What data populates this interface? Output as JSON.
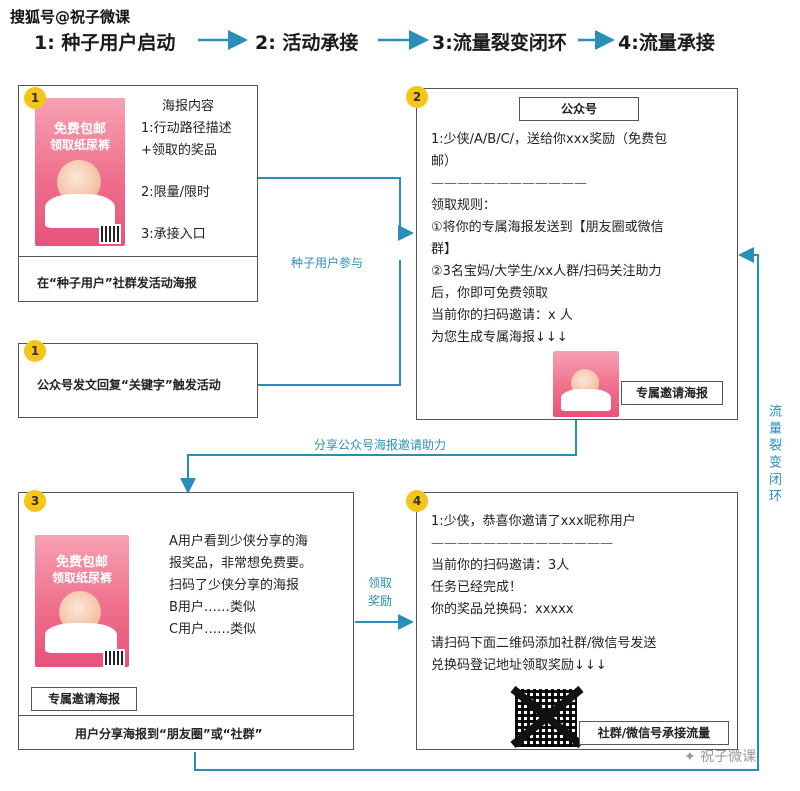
{
  "watermark_top": "搜狐号@祝子微课",
  "watermark_bottom": "祝子微课",
  "stages": [
    "1: 种子用户启动",
    "2: 活动承接",
    "3:流量裂变闭环",
    "4:流量承接"
  ],
  "card1": {
    "badge": "1",
    "heading": "海报内容",
    "lines": [
      "1:行动路径描述",
      "+领取的奖品",
      "",
      "2:限量/限时",
      "",
      "3:承接入口"
    ],
    "footer": "在“种子用户”社群发活动海报",
    "poster_title": [
      "免费包邮",
      "领取纸尿裤"
    ]
  },
  "card1b": {
    "badge": "1",
    "text": "公众号发文回复“关键字”触发活动"
  },
  "card2": {
    "badge": "2",
    "header": "公众号",
    "lines": [
      "1:少侠/A/B/C/，送给你xxx奖励（免费包",
      "邮）",
      "————————————",
      "领取规则：",
      "①将你的专属海报发送到【朋友圈或微信",
      "群】",
      "②3名宝妈/大学生/xx人群/扫码关注助力",
      "后，你即可免费领取",
      "当前你的扫码邀请：x 人",
      "为您生成专属海报↓↓↓"
    ],
    "tag": "专属邀请海报"
  },
  "card3": {
    "badge": "3",
    "lines": [
      "A用户看到少侠分享的海",
      "报奖品，非常想免费要。",
      "扫码了少侠分享的海报",
      "B用户……类似",
      "C用户……类似"
    ],
    "tag": "专属邀请海报",
    "footer": "用户分享海报到“朋友圈”或“社群”"
  },
  "card4": {
    "badge": "4",
    "lines": [
      "1:少侠，恭喜你邀请了xxx昵称用户",
      "——————————————",
      "当前你的扫码邀请：3人",
      "任务已经完成！",
      "你的奖品兑换码：xxxxx",
      "",
      "请扫码下面二维码添加社群/微信号发送",
      "兑换码登记地址领取奖励↓↓↓"
    ],
    "tag": "社群/微信号承接流量"
  },
  "labels": {
    "seed": "种子用户参与",
    "share": "分享公众号海报邀请助力",
    "reward": [
      "领取",
      "奖励"
    ],
    "loop": "流量裂变闭环"
  },
  "colors": {
    "arrow": "#2a8fb8",
    "badge": "#f5c518"
  }
}
